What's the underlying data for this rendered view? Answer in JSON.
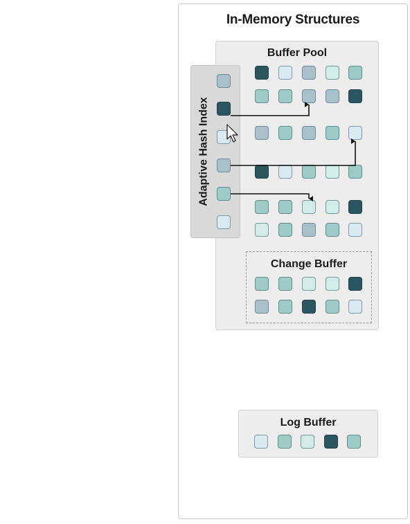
{
  "diagram": {
    "title": "In-Memory Structures",
    "buffer_pool": {
      "label": "Buffer Pool",
      "rows": [
        [
          "dark",
          "light",
          "gray",
          "mint",
          "teal"
        ],
        [
          "teal",
          "teal",
          "gray",
          "gray",
          "dark"
        ],
        [
          "gray",
          "teal",
          "gray",
          "teal",
          "light"
        ],
        [
          "dark",
          "light",
          "teal",
          "mint",
          "teal"
        ],
        [
          "teal",
          "teal",
          "mint",
          "mint",
          "dark"
        ],
        [
          "mint",
          "teal",
          "gray",
          "teal",
          "light"
        ]
      ]
    },
    "adaptive_hash_index": {
      "label": "Adaptive Hash Index",
      "entries": [
        "gray",
        "dark",
        "light",
        "gray",
        "teal",
        "light"
      ]
    },
    "change_buffer": {
      "label": "Change Buffer",
      "rows": [
        [
          "teal",
          "teal",
          "mint",
          "mint",
          "dark"
        ],
        [
          "gray",
          "teal",
          "dark",
          "teal",
          "light"
        ]
      ]
    },
    "log_buffer": {
      "label": "Log Buffer",
      "cells": [
        "light",
        "teal",
        "mint",
        "dark",
        "teal"
      ]
    },
    "colors": {
      "dark": "#2b5660",
      "light": "#dbe9f1",
      "gray": "#aac0c9",
      "mint": "#d3ece8",
      "teal": "#9fcbc6"
    },
    "links": [
      {
        "from_entry": 1,
        "to_page": [
          1,
          2
        ]
      },
      {
        "from_entry": 3,
        "to_page": [
          2,
          4
        ]
      },
      {
        "from_entry": 4,
        "to_page": [
          4,
          2
        ]
      }
    ]
  }
}
